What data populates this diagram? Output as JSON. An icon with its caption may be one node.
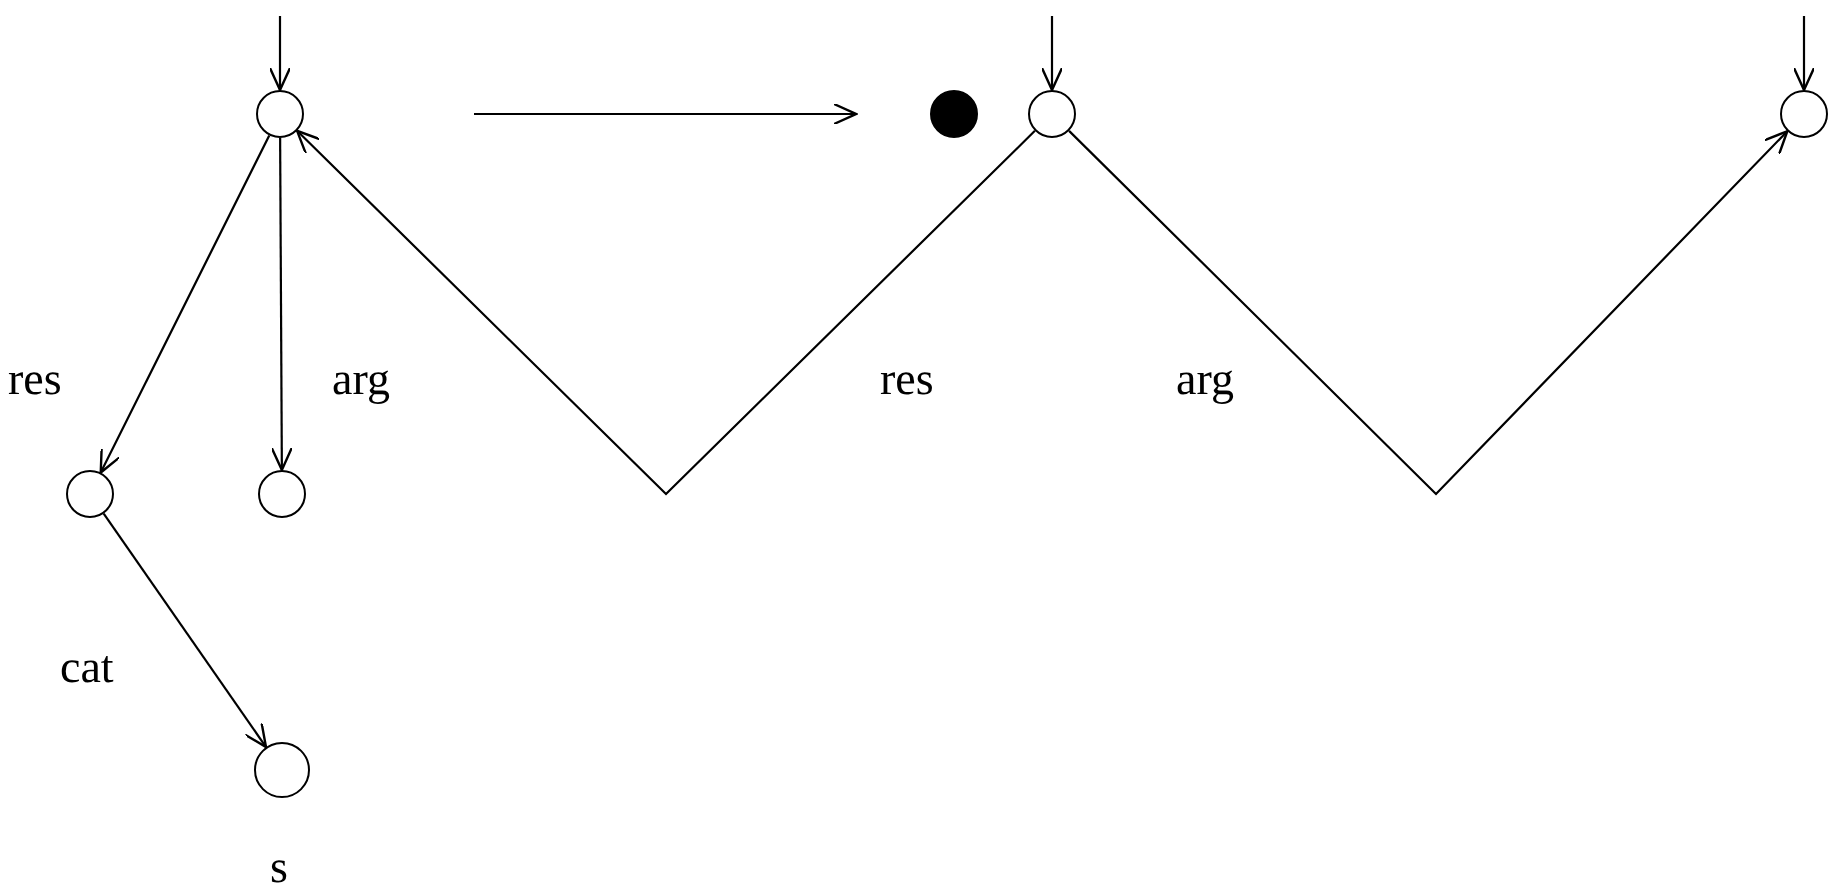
{
  "diagram": {
    "nodes": [
      {
        "text": [],
        "shape": "circle"
      },
      {
        "text": [],
        "shape": "circle"
      },
      {
        "text": [],
        "shape": "circle"
      },
      {
        "text": [],
        "shape": "circle",
        "beside": [
          "s"
        ]
      },
      {
        "text": [],
        "shape": "circle"
      },
      {
        "text": [],
        "shape": "circle"
      },
      {
        "text": [],
        "shape": "circle"
      }
    ],
    "edges": [
      {
        "from": null,
        "to": 0,
        "arrow": "to"
      },
      {
        "from": 0,
        "to": 1,
        "arrow": "to",
        "label": "res"
      },
      {
        "from": 0,
        "to": 2,
        "arrow": "to",
        "label": "arg"
      },
      {
        "from": 1,
        "to": 3,
        "arrow": "to",
        "label": "cat"
      },
      {
        "from": 5,
        "to": 0,
        "arrow": "to",
        "label": "res"
      },
      {
        "from": 5,
        "to": 6,
        "arrow": "to",
        "label": "arg"
      },
      {
        "from": null,
        "to": 5,
        "arrow": "to"
      },
      {
        "from": null,
        "to": 6,
        "arrow": "to"
      }
    ]
  }
}
